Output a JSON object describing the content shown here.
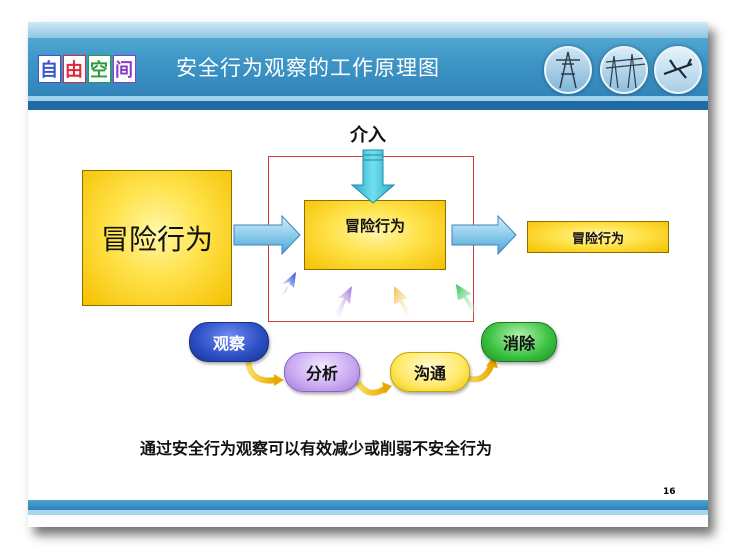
{
  "header": {
    "logo_chars": [
      "自",
      "由",
      "空",
      "间"
    ],
    "logo_colors": [
      "#3b55c8",
      "#e0283c",
      "#2a9b3c",
      "#8a3cc8"
    ],
    "title": "安全行为观察的工作原理图",
    "photo_icons": [
      "power-tower-icon",
      "power-lines-icon",
      "airplane-icon"
    ]
  },
  "diagram": {
    "left_box": "冒险行为",
    "center_box": "冒险行为",
    "right_box": "冒险行为",
    "intervene_label": "介入",
    "steps": [
      {
        "label": "观察",
        "color": "#2b4ec4",
        "text_color": "#ffffff"
      },
      {
        "label": "分析",
        "color": "#c9a8f0",
        "text_color": "#111111"
      },
      {
        "label": "沟通",
        "color": "#ffe866",
        "text_color": "#111111"
      },
      {
        "label": "消除",
        "color": "#39c040",
        "text_color": "#111111"
      }
    ]
  },
  "caption": "通过安全行为观察可以有效减少或削弱不安全行为",
  "page_number": "16"
}
